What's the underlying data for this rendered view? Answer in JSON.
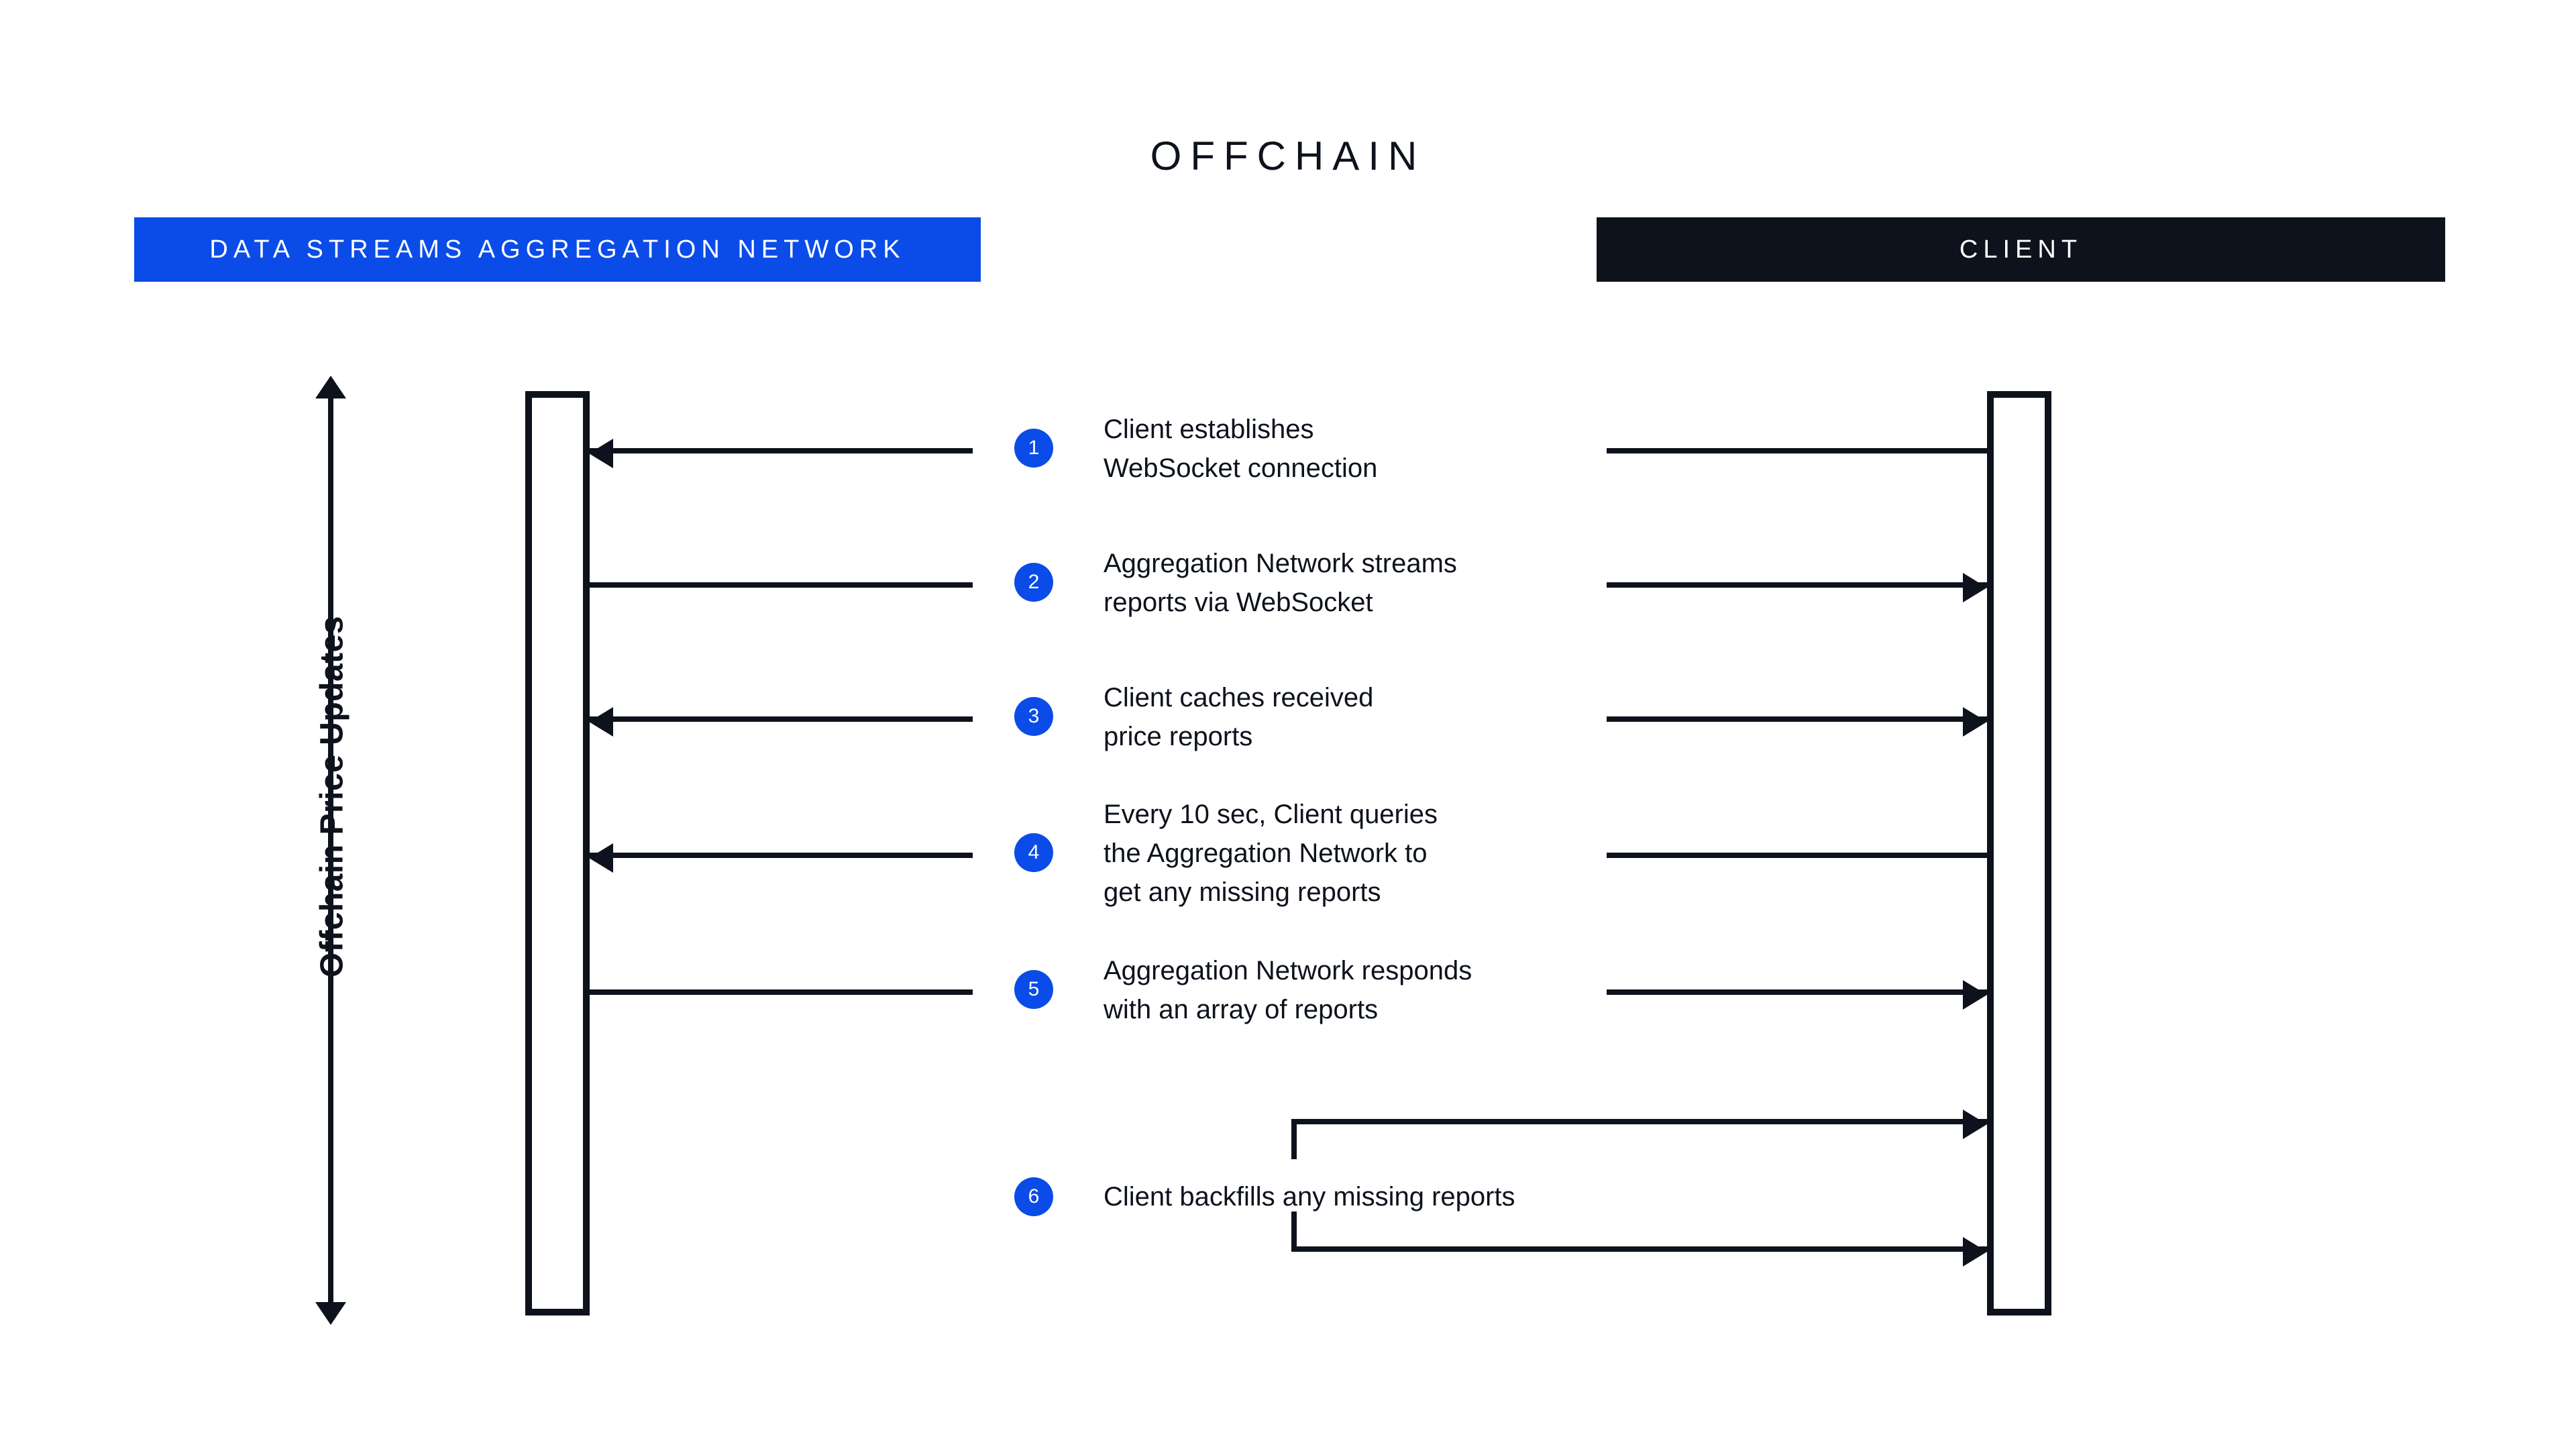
{
  "diagram": {
    "title": "OFFCHAIN",
    "axis": {
      "label": "Offchain Price Updates",
      "arrow": "double-vertical-arrow"
    },
    "lanes": [
      {
        "id": "aggregation-network",
        "label": "DATA STREAMS AGGREGATION NETWORK",
        "color": "#0b4ce8"
      },
      {
        "id": "client",
        "label": "CLIENT",
        "color": "#0d121c"
      }
    ],
    "accent_color": "#0b4ce8",
    "line_color": "#0d121c",
    "steps": [
      {
        "number": "1",
        "lines": [
          "Client establishes",
          "WebSocket connection"
        ],
        "left_arrow": "left",
        "right_arrow": "none"
      },
      {
        "number": "2",
        "lines": [
          "Aggregation Network streams",
          "reports via WebSocket"
        ],
        "left_arrow": "none",
        "right_arrow": "right"
      },
      {
        "number": "3",
        "lines": [
          "Client caches received",
          "price reports"
        ],
        "left_arrow": "left",
        "right_arrow": "right"
      },
      {
        "number": "4",
        "lines": [
          "Every 10 sec, Client queries",
          "the Aggregation Network to",
          "get any missing reports"
        ],
        "left_arrow": "left",
        "right_arrow": "none"
      },
      {
        "number": "5",
        "lines": [
          "Aggregation Network responds",
          "with an array of reports"
        ],
        "left_arrow": "none",
        "right_arrow": "right"
      },
      {
        "number": "6",
        "lines": [
          "Client backfills any missing reports"
        ],
        "left_arrow": "none",
        "right_arrow": "bracket"
      }
    ]
  }
}
